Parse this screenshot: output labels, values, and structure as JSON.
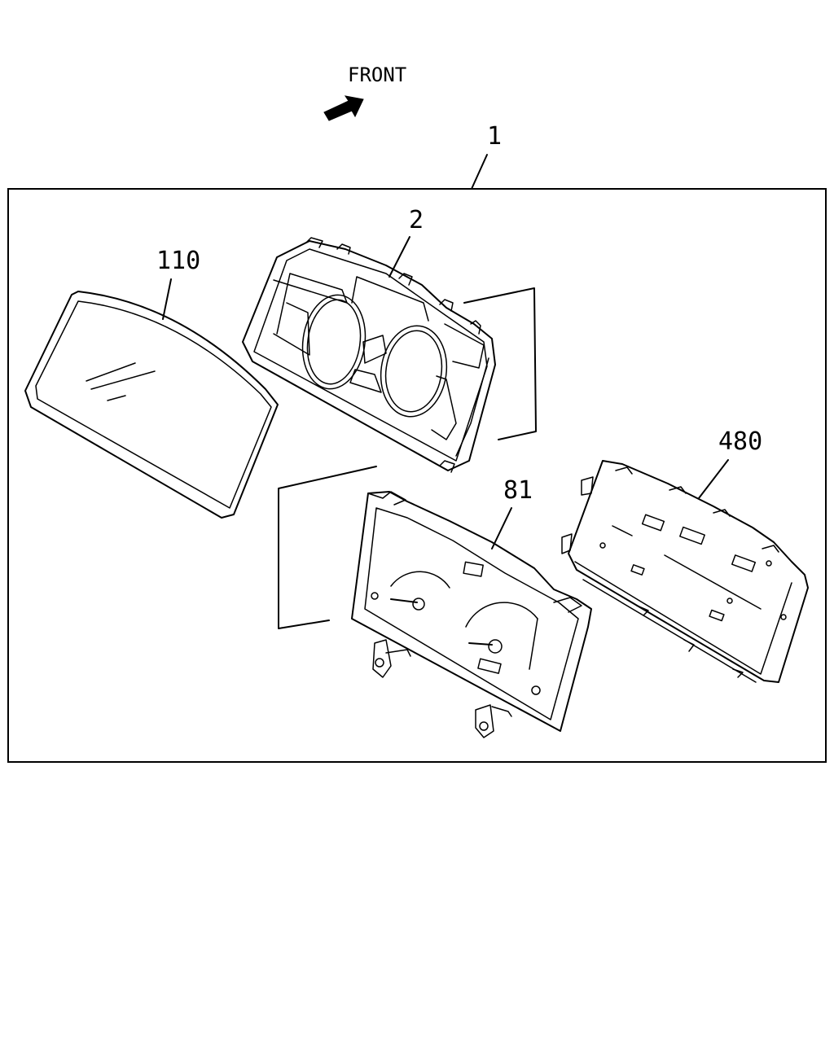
{
  "orientation": {
    "label": "FRONT",
    "arrow_icon": "arrow-up-right"
  },
  "callouts": {
    "assembly": "1",
    "bezel": "2",
    "lens": "110",
    "dial_panel": "81",
    "circuit_board": "480"
  },
  "line_color": "#000000",
  "background_color": "#ffffff"
}
